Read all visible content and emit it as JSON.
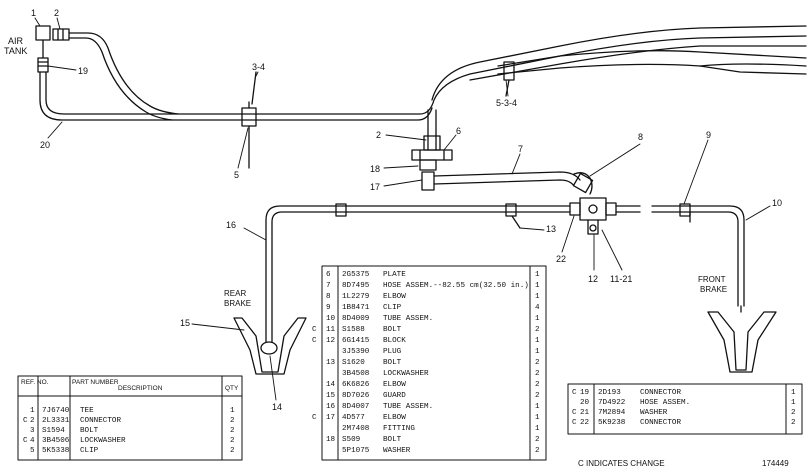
{
  "labels": {
    "air_tank": [
      "AIR",
      "TANK"
    ],
    "rear_brake": [
      "REAR",
      "BRAKE"
    ],
    "front_brake": [
      "FRONT",
      "BRAKE"
    ],
    "callouts": {
      "c1": "1",
      "c2a": "2",
      "c19": "19",
      "c20": "20",
      "c3_4": "3-4",
      "c5a": "5",
      "c5_3_4": "5-3-4",
      "c2b": "2",
      "c6": "6",
      "c18": "18",
      "c17": "17",
      "c7": "7",
      "c8": "8",
      "c9": "9",
      "c10": "10",
      "c16": "16",
      "c13": "13",
      "c22": "22",
      "c12": "12",
      "c11_21": "11-21",
      "c15": "15",
      "c14": "14"
    }
  },
  "table_left": {
    "headers": [
      "REF. NO.",
      "PART NUMBER",
      "DESCRIPTION",
      "QTY"
    ],
    "rows": [
      {
        "c": "",
        "ref": "1",
        "part": "7J6740",
        "desc": "TEE",
        "qty": "1"
      },
      {
        "c": "C",
        "ref": "2",
        "part": "2L3331",
        "desc": "CONNECTOR",
        "qty": "2"
      },
      {
        "c": "",
        "ref": "3",
        "part": "S1594",
        "desc": "BOLT",
        "qty": "2"
      },
      {
        "c": "C",
        "ref": "4",
        "part": "3B4506",
        "desc": "LOCKWASHER",
        "qty": "2"
      },
      {
        "c": "",
        "ref": "5",
        "part": "5K5338",
        "desc": "CLIP",
        "qty": "2"
      }
    ]
  },
  "table_center": {
    "rows": [
      {
        "c": "",
        "ref": "6",
        "part": "2G5375",
        "desc": "PLATE",
        "qty": "1"
      },
      {
        "c": "",
        "ref": "7",
        "part": "8D7495",
        "desc": "HOSE ASSEM.--82.55 cm(32.50 in.)",
        "qty": "1"
      },
      {
        "c": "",
        "ref": "8",
        "part": "1L2279",
        "desc": "ELBOW",
        "qty": "1"
      },
      {
        "c": "",
        "ref": "9",
        "part": "1B8471",
        "desc": "CLIP",
        "qty": "4"
      },
      {
        "c": "",
        "ref": "10",
        "part": "8D4009",
        "desc": "TUBE ASSEM.",
        "qty": "1"
      },
      {
        "c": "C",
        "ref": "11",
        "part": "S1588",
        "desc": "BOLT",
        "qty": "2"
      },
      {
        "c": "C",
        "ref": "12",
        "part": "6G1415",
        "desc": "BLOCK",
        "qty": "1"
      },
      {
        "c": "",
        "ref": "",
        "part": "3J5390",
        "desc": "PLUG",
        "qty": "1"
      },
      {
        "c": "",
        "ref": "13",
        "part": "S1620",
        "desc": "BOLT",
        "qty": "2"
      },
      {
        "c": "",
        "ref": "",
        "part": "3B4508",
        "desc": "LOCKWASHER",
        "qty": "2"
      },
      {
        "c": "",
        "ref": "14",
        "part": "6K6826",
        "desc": "ELBOW",
        "qty": "2"
      },
      {
        "c": "",
        "ref": "15",
        "part": "8D7026",
        "desc": "GUARD",
        "qty": "2"
      },
      {
        "c": "",
        "ref": "16",
        "part": "8D4007",
        "desc": "TUBE ASSEM.",
        "qty": "1"
      },
      {
        "c": "C",
        "ref": "17",
        "part": "4D577",
        "desc": "ELBOW",
        "qty": "1"
      },
      {
        "c": "",
        "ref": "",
        "part": "2M7408",
        "desc": "FITTING",
        "qty": "1"
      },
      {
        "c": "",
        "ref": "18",
        "part": "S509",
        "desc": "BOLT",
        "qty": "2"
      },
      {
        "c": "",
        "ref": "",
        "part": "5P1075",
        "desc": "WASHER",
        "qty": "2"
      }
    ]
  },
  "table_right": {
    "rows": [
      {
        "c": "C",
        "ref": "19",
        "part": "2D193",
        "desc": "CONNECTOR",
        "qty": "1"
      },
      {
        "c": "",
        "ref": "20",
        "part": "7D4922",
        "desc": "HOSE ASSEM.",
        "qty": "1"
      },
      {
        "c": "C",
        "ref": "21",
        "part": "7M2894",
        "desc": "WASHER",
        "qty": "2"
      },
      {
        "c": "C",
        "ref": "22",
        "part": "5K9238",
        "desc": "CONNECTOR",
        "qty": "2"
      }
    ]
  },
  "footer": {
    "note": "C INDICATES CHANGE",
    "drawing_number": "174449"
  }
}
